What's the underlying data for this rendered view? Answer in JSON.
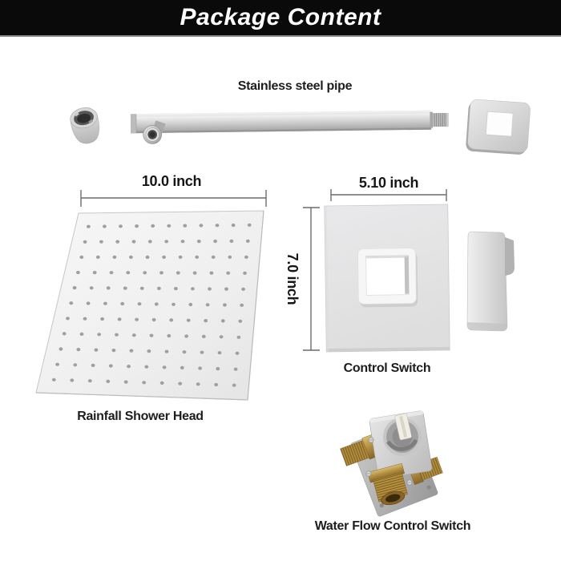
{
  "header": {
    "title": "Package Content"
  },
  "labels": {
    "pipe": "Stainless steel pipe",
    "shower_head": "Rainfall Shower Head",
    "control_switch": "Control Switch",
    "water_flow_valve": "Water Flow Control Switch"
  },
  "dimensions": {
    "shower_head_width": "10.0 inch",
    "control_switch_width": "5.10 inch",
    "control_switch_height": "7.0 inch"
  },
  "shower_head": {
    "nozzle_rows": 11,
    "nozzle_cols": 11
  },
  "colors": {
    "header_bg": "#0a0a0a",
    "header_text": "#ffffff",
    "label_text": "#1d1d1d",
    "dimension_line": "#6b6b6b",
    "steel_light": "#ececec",
    "steel_dark": "#a8a8a8",
    "brass": "#b08c3e"
  }
}
